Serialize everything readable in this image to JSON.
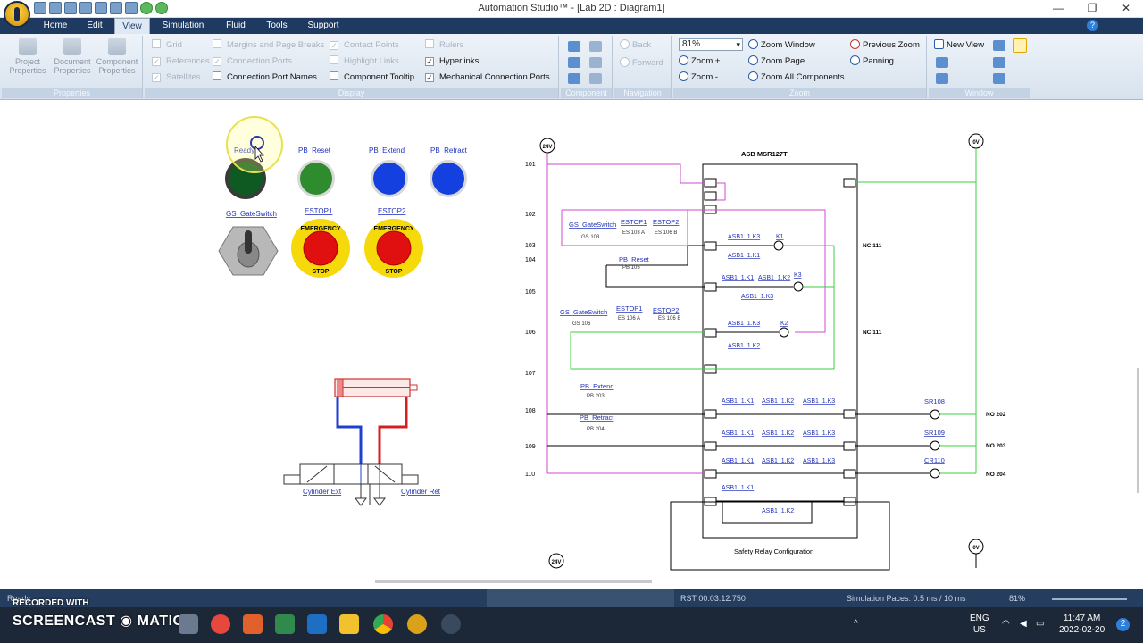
{
  "window": {
    "title": "Automation Studio™ - [Lab 2D : Diagram1]",
    "controls": [
      "—",
      "❐",
      "✕"
    ]
  },
  "menu": {
    "tabs": [
      "Home",
      "Edit",
      "View",
      "Simulation",
      "Fluid",
      "Tools",
      "Support"
    ],
    "active": "View",
    "help": "?"
  },
  "ribbon": {
    "properties": {
      "title": "Properties",
      "buttons": [
        "Project\nProperties",
        "Document\nProperties",
        "Component\nProperties"
      ]
    },
    "display": {
      "title": "Display",
      "items": [
        {
          "label": "Grid",
          "checked": false,
          "enabled": false
        },
        {
          "label": "References",
          "checked": true,
          "enabled": false
        },
        {
          "label": "Satellites",
          "checked": true,
          "enabled": false
        },
        {
          "label": "Margins and Page Breaks",
          "checked": false,
          "enabled": false
        },
        {
          "label": "Connection Ports",
          "checked": true,
          "enabled": false
        },
        {
          "label": "Connection Port Names",
          "checked": false,
          "enabled": true
        },
        {
          "label": "Contact Points",
          "checked": true,
          "enabled": false
        },
        {
          "label": "Highlight Links",
          "checked": false,
          "enabled": false
        },
        {
          "label": "Component Tooltip",
          "checked": false,
          "enabled": true
        },
        {
          "label": "Rulers",
          "checked": false,
          "enabled": false
        },
        {
          "label": "Hyperlinks",
          "checked": true,
          "enabled": true
        },
        {
          "label": "Mechanical Connection Ports",
          "checked": true,
          "enabled": true
        }
      ]
    },
    "component": {
      "title": "Component"
    },
    "navigation": {
      "title": "Navigation",
      "back": "Back",
      "forward": "Forward"
    },
    "zoom": {
      "title": "Zoom",
      "level": "81%",
      "zoom_in": "Zoom +",
      "zoom_out": "Zoom -",
      "zoom_window": "Zoom Window",
      "zoom_page": "Zoom Page",
      "zoom_all": "Zoom All Components",
      "previous": "Previous Zoom",
      "panning": "Panning"
    },
    "window": {
      "title": "Window",
      "new_view": "New View"
    }
  },
  "panel": {
    "ready": "Ready",
    "pb_reset": "PB_Reset",
    "pb_extend": "PB_Extend",
    "pb_retract": "PB_Retract",
    "gs_gateswitch": "GS_GateSwitch",
    "estop1": "ESTOP1",
    "estop2": "ESTOP2",
    "estop_word1": "EMERGENCY",
    "estop_word2": "STOP",
    "lamp_colors": {
      "ready": "#0f5a22",
      "pb_reset": "#2e8b2e",
      "pb_extend": "#1540e0",
      "pb_retract": "#1540e0"
    }
  },
  "cylinder": {
    "ext": "Cylinder Ext",
    "ret": "Cylinder Ret"
  },
  "ladder": {
    "relay_title": "ASB MSR127T",
    "rail_top": "24V",
    "rail_right": "0V",
    "rungs": [
      "101",
      "102",
      "103",
      "104",
      "105",
      "106",
      "107",
      "108",
      "109",
      "110"
    ],
    "contacts": {
      "gs103": "GS_GateSwitch",
      "gs103_sub": "GS 103",
      "es1": "ESTOP1",
      "es1_sub": "ES 103 A",
      "es2": "ESTOP2",
      "es2_sub": "ES 106 B",
      "pbreset": "PB_Reset",
      "pbreset_sub": "PB 105",
      "gs106": "GS_GateSwitch",
      "gs106_sub": "GS 106",
      "es1b": "ESTOP1",
      "es1b_sub": "ES 106 A",
      "es2b": "ESTOP2",
      "es2b_sub": "ES 106 B",
      "pbext": "PB_Extend",
      "pbext_sub": "PB 203",
      "pbret": "PB_Retract",
      "pbret_sub": "PB 204",
      "k3": "ASB1_1.K3",
      "k1": "ASB1_1.K1",
      "k2": "ASB1_1.K2",
      "coil_k1": "K1",
      "coil_k2": "K2",
      "coil_k3": "K3"
    },
    "outputs": {
      "sr108": "SR108",
      "sr109": "SR109",
      "cr110": "CR110"
    },
    "notes": {
      "nc111a": "NC 111",
      "nc111b": "NC 111",
      "no202": "NO 202",
      "no203": "NO 203",
      "no204": "NO 204"
    },
    "safety": "Safety Relay Configuration"
  },
  "status": {
    "ready": "Ready",
    "rst": "RST 00:03:12.750",
    "paces": "Simulation Paces: 0.5 ms / 10 ms",
    "zoom": "81%"
  },
  "watermark": {
    "line1": "RECORDED WITH",
    "line2": "SCREENCAST",
    "line3": "MATIC"
  },
  "tray": {
    "lang1": "ENG",
    "lang2": "US",
    "time": "11:47 AM",
    "date": "2022-02-20",
    "badge": "2"
  }
}
